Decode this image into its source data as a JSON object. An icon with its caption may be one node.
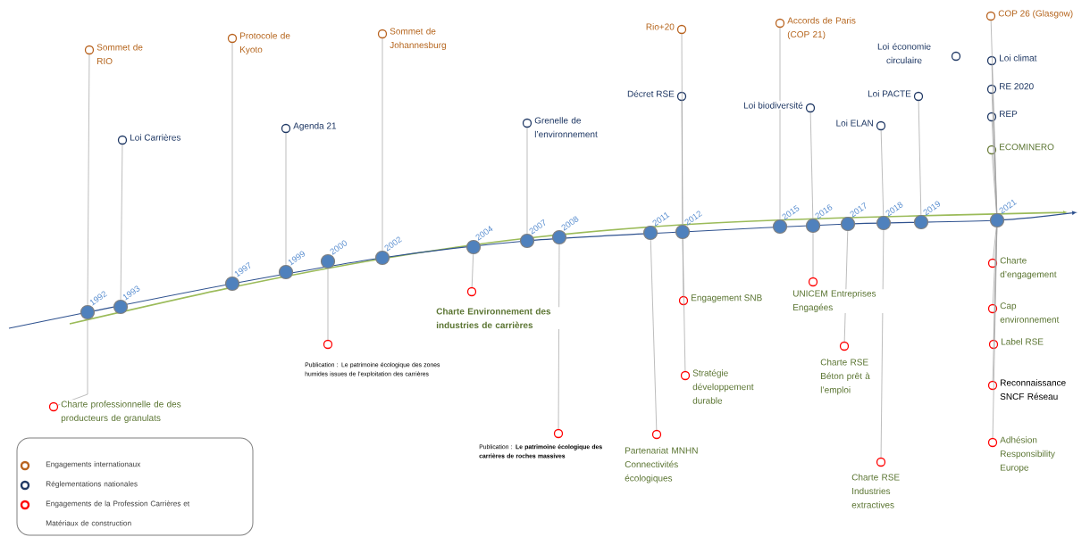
{
  "diagram": {
    "nodes": [
      {
        "text": [],
        "shape": "circle",
        "beside": [
          "1992"
        ]
      },
      {
        "text": [],
        "shape": "circle",
        "beside": [
          "1993"
        ]
      },
      {
        "text": [],
        "shape": "circle",
        "beside": [
          "1997"
        ]
      },
      {
        "text": [],
        "shape": "circle",
        "beside": [
          "1999"
        ]
      },
      {
        "text": [],
        "shape": "circle",
        "beside": [
          "2000"
        ]
      },
      {
        "text": [],
        "shape": "circle",
        "beside": [
          "2002"
        ]
      },
      {
        "text": [],
        "shape": "circle",
        "beside": [
          "2004"
        ]
      },
      {
        "text": [],
        "shape": "circle",
        "beside": [
          "2007"
        ]
      },
      {
        "text": [],
        "shape": "circle",
        "beside": [
          "2008"
        ]
      },
      {
        "text": [],
        "shape": "circle",
        "beside": [
          "2011"
        ]
      },
      {
        "text": [],
        "shape": "circle",
        "beside": [
          "2012"
        ]
      },
      {
        "text": [],
        "shape": "circle",
        "beside": [
          "2015"
        ]
      },
      {
        "text": [],
        "shape": "circle",
        "beside": [
          "2016"
        ]
      },
      {
        "text": [],
        "shape": "circle",
        "beside": [
          "2017"
        ]
      },
      {
        "text": [],
        "shape": "circle",
        "beside": [
          "2018"
        ]
      },
      {
        "text": [],
        "shape": "circle",
        "beside": [
          "2019"
        ]
      },
      {
        "text": [],
        "shape": "circle",
        "beside": [
          "2021"
        ]
      },
      {
        "text": [],
        "shape": "circle",
        "beside": [
          "Sommet de RIO"
        ]
      },
      {
        "text": [],
        "shape": "circle",
        "beside": [
          "Loi Carrières"
        ]
      },
      {
        "text": [],
        "shape": "circle",
        "beside": [
          "Protocole de Kyoto"
        ]
      },
      {
        "text": [],
        "shape": "circle",
        "beside": [
          "Agenda 21"
        ]
      },
      {
        "text": [],
        "shape": "circle",
        "beside": [
          "Sommet de Johannesburg"
        ]
      },
      {
        "text": [],
        "shape": "circle",
        "beside": [
          "Grenelle de l’environnement"
        ]
      },
      {
        "text": [],
        "shape": "circle",
        "beside": [
          "Rio+20"
        ]
      },
      {
        "text": [],
        "shape": "circle",
        "beside": [
          "Décret RSE"
        ]
      },
      {
        "text": [],
        "shape": "circle",
        "beside": [
          "Accords de Paris (COP 21)"
        ]
      },
      {
        "text": [],
        "shape": "circle",
        "beside": [
          "Loi biodiversité"
        ]
      },
      {
        "text": [],
        "shape": "circle",
        "beside": [
          "Loi ELAN"
        ]
      },
      {
        "text": [],
        "shape": "circle",
        "beside": [
          "Loi PACTE"
        ]
      },
      {
        "text": [],
        "shape": "circle",
        "beside": [
          "Loi économie circulaire"
        ]
      },
      {
        "text": [],
        "shape": "circle",
        "beside": [
          "COP 26 (Glasgow)"
        ]
      },
      {
        "text": [],
        "shape": "circle",
        "beside": [
          "Loi climat"
        ]
      },
      {
        "text": [],
        "shape": "circle",
        "beside": [
          "RE 2020"
        ]
      },
      {
        "text": [],
        "shape": "circle",
        "beside": [
          "REP"
        ]
      },
      {
        "text": [],
        "shape": "circle",
        "beside": [
          "ECOMINERO"
        ]
      },
      {
        "text": [],
        "shape": "circle",
        "beside": [
          "Charte professionnelle de des producteurs de granulats"
        ]
      },
      {
        "text": [],
        "shape": "circle",
        "beside": [
          "Publication : Le patrimoine écologique des zones humides issues de l’exploitation des carrières"
        ]
      },
      {
        "text": [],
        "shape": "circle",
        "beside": [
          "Charte Environnement des industries de carrières"
        ]
      },
      {
        "text": [],
        "shape": "circle",
        "beside": [
          "Publication : **Le patrimoine écologique des carrières de roches massives**"
        ]
      },
      {
        "text": [],
        "shape": "circle",
        "beside": [
          "Partenariat MNHN Connectivités écologiques"
        ]
      },
      {
        "text": [],
        "shape": "circle",
        "beside": [
          "Engagement SNB"
        ]
      },
      {
        "text": [],
        "shape": "circle",
        "beside": [
          "Stratégie développement durable"
        ]
      },
      {
        "text": [],
        "shape": "circle",
        "beside": [
          "UNICEM Entreprises Engagées"
        ]
      },
      {
        "text": [],
        "shape": "circle",
        "beside": [
          "Charte RSE Béton prêt à l’emploi"
        ]
      },
      {
        "text": [],
        "shape": "circle",
        "beside": [
          "Charte RSE Industries extractives"
        ]
      },
      {
        "text": [],
        "shape": "circle",
        "beside": [
          "Charte d’engagement"
        ]
      },
      {
        "text": [],
        "shape": "circle",
        "beside": [
          "Cap environnement"
        ]
      },
      {
        "text": [],
        "shape": "circle",
        "beside": [
          "Label RSE"
        ]
      },
      {
        "text": [],
        "shape": "circle",
        "beside": [
          "Reconnaissance SNCF Réseau"
        ]
      },
      {
        "text": [],
        "shape": "circle",
        "beside": [
          "Adhésion Responsibility Europe"
        ]
      }
    ],
    "edges": [
      {
        "from": 0,
        "to": 17,
        "arrow": "none"
      },
      {
        "from": 0,
        "to": 35,
        "arrow": "none"
      },
      {
        "from": 1,
        "to": 18,
        "arrow": "none"
      },
      {
        "from": 2,
        "to": 19,
        "arrow": "none"
      },
      {
        "from": 3,
        "to": 20,
        "arrow": "none"
      },
      {
        "from": 4,
        "to": 36,
        "arrow": "none"
      },
      {
        "from": 5,
        "to": 21,
        "arrow": "none"
      },
      {
        "from": 6,
        "to": 37,
        "arrow": "none"
      },
      {
        "from": 7,
        "to": 22,
        "arrow": "none"
      },
      {
        "from": 8,
        "to": 38,
        "arrow": "none"
      },
      {
        "from": 9,
        "to": 39,
        "arrow": "none"
      },
      {
        "from": 10,
        "to": 23,
        "arrow": "none"
      },
      {
        "from": 10,
        "to": 24,
        "arrow": "none"
      },
      {
        "from": 10,
        "to": 40,
        "arrow": "none"
      },
      {
        "from": 10,
        "to": 41,
        "arrow": "none"
      },
      {
        "from": 11,
        "to": 25,
        "arrow": "none"
      },
      {
        "from": 12,
        "to": 26,
        "arrow": "none"
      },
      {
        "from": 12,
        "to": 42,
        "arrow": "none"
      },
      {
        "from": 13,
        "to": 43,
        "arrow": "none"
      },
      {
        "from": 14,
        "to": 27,
        "arrow": "none"
      },
      {
        "from": 14,
        "to": 44,
        "arrow": "none"
      },
      {
        "from": 15,
        "to": 28,
        "arrow": "none"
      },
      {
        "from": 16,
        "to": 30,
        "arrow": "none"
      },
      {
        "from": 16,
        "to": 31,
        "arrow": "none"
      },
      {
        "from": 16,
        "to": 32,
        "arrow": "none"
      },
      {
        "from": 16,
        "to": 33,
        "arrow": "none"
      },
      {
        "from": 16,
        "to": 34,
        "arrow": "none"
      },
      {
        "from": 16,
        "to": 45,
        "arrow": "none"
      },
      {
        "from": 16,
        "to": 46,
        "arrow": "none"
      },
      {
        "from": 16,
        "to": 47,
        "arrow": "none"
      },
      {
        "from": 16,
        "to": 48,
        "arrow": "none"
      },
      {
        "from": 16,
        "to": 49,
        "arrow": "none"
      }
    ],
    "legend": [
      {
        "text": "Engagements internationaux",
        "color": "#b8621e"
      },
      {
        "text": "Réglementations nationales",
        "color": "#1f3864"
      },
      {
        "text": "Engagements de la Profession Carrières et Matériaux de construction",
        "color": "#ff0000"
      }
    ]
  }
}
